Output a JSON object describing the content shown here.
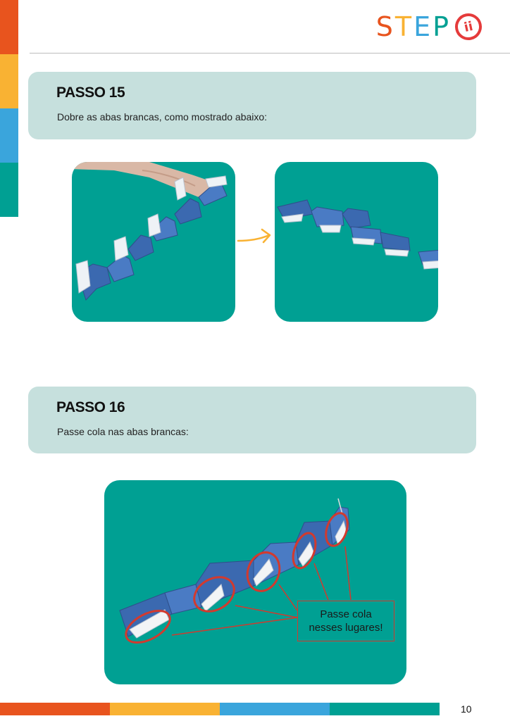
{
  "brand": {
    "logo_text": "STEP",
    "logo_badge": "ii"
  },
  "colors": {
    "orange": "#e8541e",
    "yellow": "#f9b233",
    "blue": "#3aa5dc",
    "teal": "#00a093",
    "box": "#c6e0dd",
    "red_mark": "#d23a2e"
  },
  "step15": {
    "title": "PASSO 15",
    "description": "Dobre as abas brancas, como mostrado abaixo:"
  },
  "step16": {
    "title": "PASSO 16",
    "description": "Passe cola nas abas brancas:",
    "callout_line1": "Passe cola",
    "callout_line2": "nesses lugares!"
  },
  "footer": {
    "page_number": "10"
  }
}
